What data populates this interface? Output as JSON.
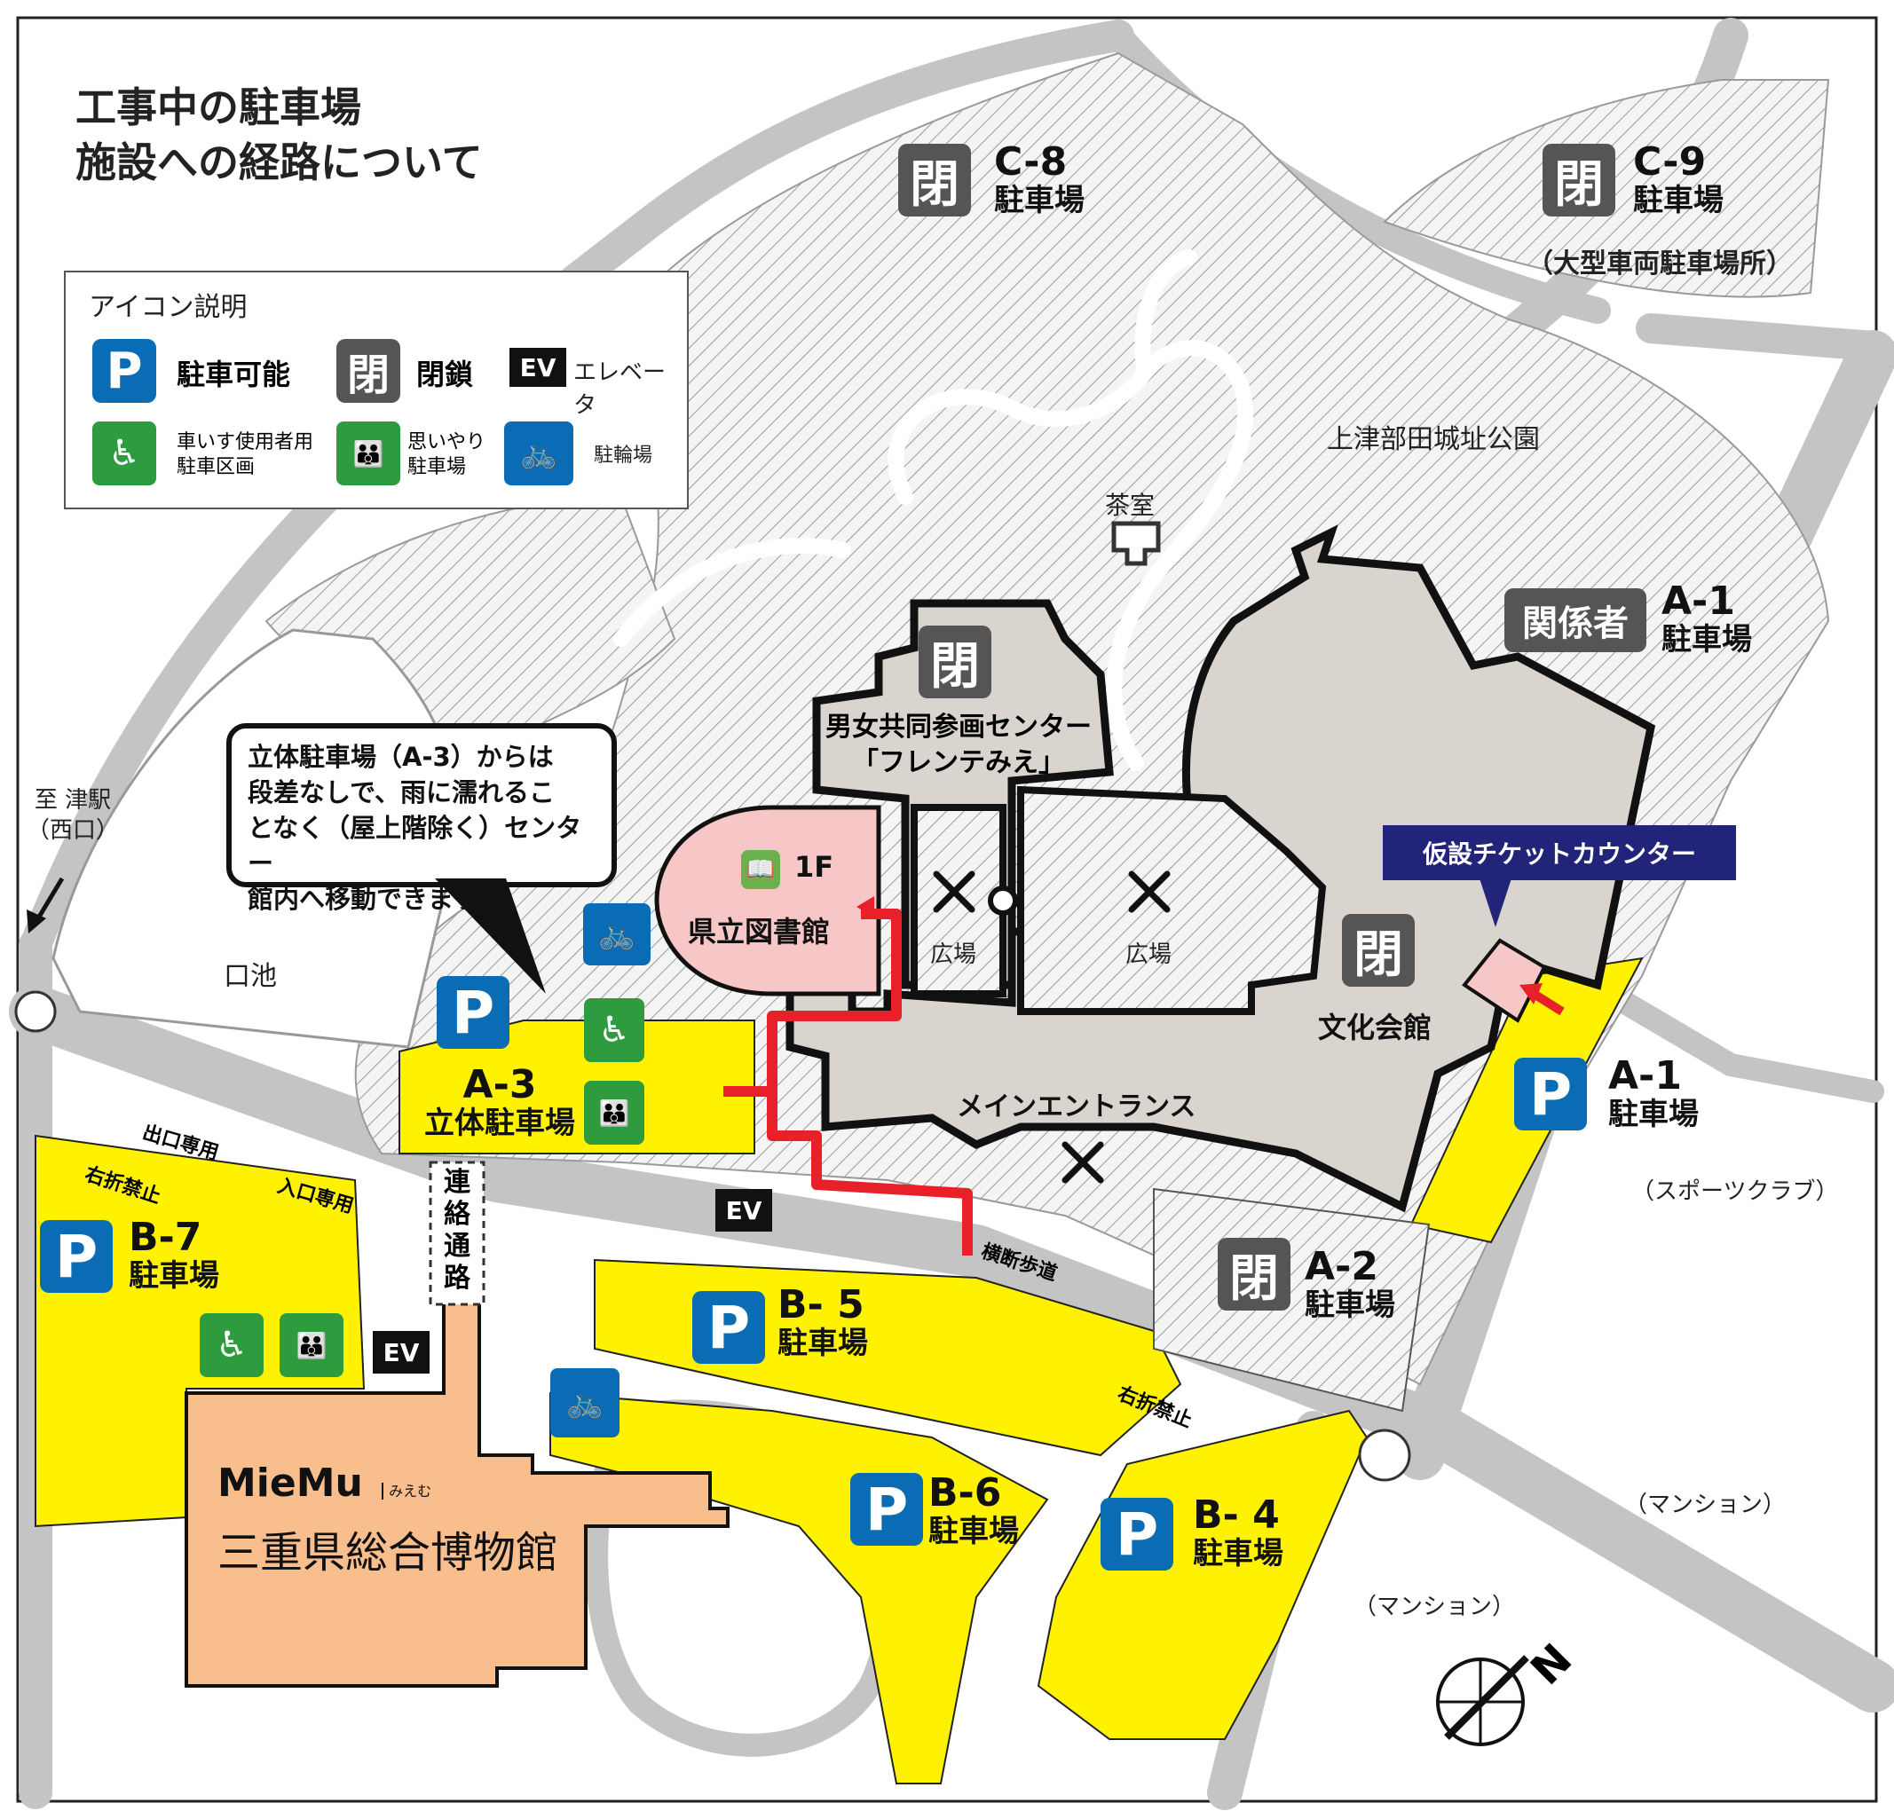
{
  "map_title": {
    "line1": "工事中の駐車場",
    "line2": "施設への経路について"
  },
  "legend": {
    "heading": "アイコン説明",
    "parking_available": "駐車可能",
    "closed": "閉鎖",
    "elevator": "エレベータ",
    "wheelchair_line1": "車いす使用者用",
    "wheelchair_line2": "駐車区画",
    "omoiyari_line1": "思いやり",
    "omoiyari_line2": "駐車場",
    "bicycle": "駐輪場",
    "icon_p": "P",
    "icon_closed": "閉",
    "icon_ev": "EV"
  },
  "lots": {
    "c8": {
      "code": "C-8",
      "name": "駐車場",
      "status": "閉"
    },
    "c9": {
      "code": "C-9",
      "name": "駐車場",
      "note": "（大型車両駐車場所）",
      "status": "閉"
    },
    "a1_staff": {
      "code": "A-1",
      "name": "駐車場",
      "status": "関係者"
    },
    "a1": {
      "code": "A-1",
      "name": "駐車場",
      "status": "P"
    },
    "a2": {
      "code": "A-2",
      "name": "駐車場",
      "status": "閉"
    },
    "a3": {
      "code": "A-3",
      "name": "立体駐車場",
      "status": "P"
    },
    "b4": {
      "code": "B- 4",
      "name": "駐車場",
      "status": "P"
    },
    "b5": {
      "code": "B- 5",
      "name": "駐車場",
      "status": "P"
    },
    "b6": {
      "code": "B-6",
      "name": "駐車場",
      "status": "P"
    },
    "b7": {
      "code": "B-7",
      "name": "駐車場",
      "status": "P"
    }
  },
  "buildings": {
    "frente_line1": "男女共同参画センター",
    "frente_line2": "「フレンテみえ」",
    "library_floor": "1F",
    "library": "県立図書館",
    "bunka": "文化会館",
    "main_entrance": "メインエントランス",
    "museum_logo": "MieMu",
    "museum_logo_kana": "みえむ",
    "museum": "三重県総合博物館",
    "chashitsu": "茶室",
    "hiroba_left": "広場",
    "hiroba_right": "広場",
    "park": "上津部田城址公園",
    "pond": "口池",
    "sports_club": "（スポーツクラブ）",
    "mansion1": "（マンション）",
    "mansion2": "（マンション）"
  },
  "callout": {
    "line1": "立体駐車場（A-3）からは",
    "line2": "段差なしで、雨に濡れるこ",
    "line3": "となく（屋上階除く）センター",
    "line4": "館内へ移動できます。"
  },
  "ticket_counter": "仮設チケットカウンター",
  "roads": {
    "to_station_line1": "至 津駅",
    "to_station_line2": "（西口）",
    "exit_only": "出口専用",
    "entrance_only": "入口専用",
    "no_right_turn_1": "右折禁止",
    "no_right_turn_2": "右折禁止",
    "crosswalk": "横断歩道",
    "passage_1": "連",
    "passage_2": "絡",
    "passage_3": "通",
    "passage_4": "路"
  },
  "compass": "N",
  "colors": {
    "parking_yellow": "#fff200",
    "parking_blue": "#0a6cb4",
    "closed_gray": "#555555",
    "building_gray": "#d9d4ce",
    "library_pink": "#f7c6c6",
    "museum_orange": "#f9be8e",
    "route_red": "#e8202a",
    "accessible_green": "#2e9b3f",
    "ticket_navy": "#22247a",
    "road_gray": "#c8c8c8"
  }
}
